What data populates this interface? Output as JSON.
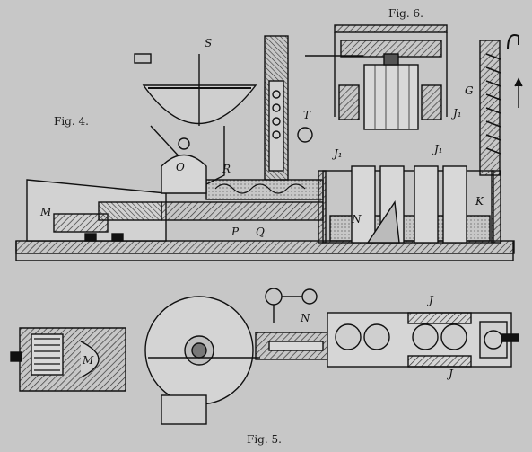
{
  "figures": {
    "fig4": {
      "caption": "Fig. 4."
    },
    "fig5": {
      "caption": "Fig. 5."
    },
    "fig6": {
      "caption": "Fig. 6."
    }
  },
  "labels": {
    "S": "S",
    "T": "T",
    "O": "O",
    "R": "R",
    "M": "M",
    "P": "P",
    "Q": "Q",
    "N": "N",
    "K": "K",
    "G": "G",
    "J1": "J₁",
    "Jtop": "J",
    "Jbot": "J"
  }
}
